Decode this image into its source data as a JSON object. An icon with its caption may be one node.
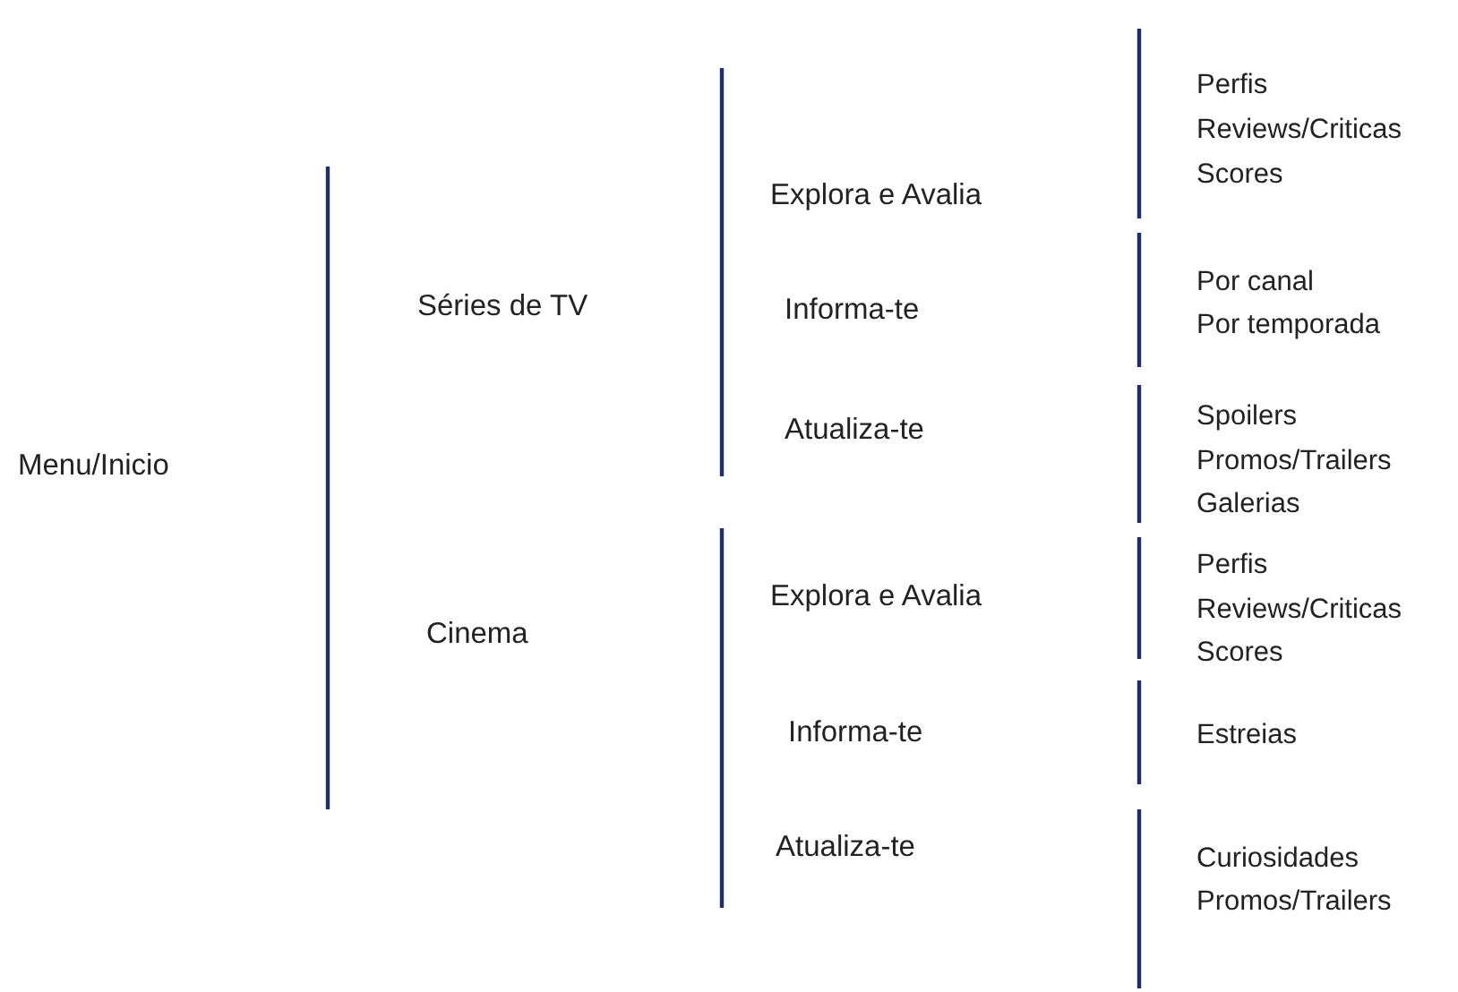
{
  "diagram": {
    "labels": [
      "Menu/Inicio",
      "Séries de TV",
      "Cinema",
      "Explora e Avalia",
      "Informa-te",
      "Atualiza-te",
      "Explora e Avalia",
      "Informa-te",
      "Atualiza-te",
      "Perfis",
      "Reviews/Criticas",
      "Scores",
      "Por canal",
      "Por temporada",
      "Spoilers",
      "Promos/Trailers",
      "Galerias",
      "Perfis",
      "Reviews/Criticas",
      "Scores",
      "Estreias",
      "Curiosidades",
      "Promos/Trailers"
    ]
  }
}
